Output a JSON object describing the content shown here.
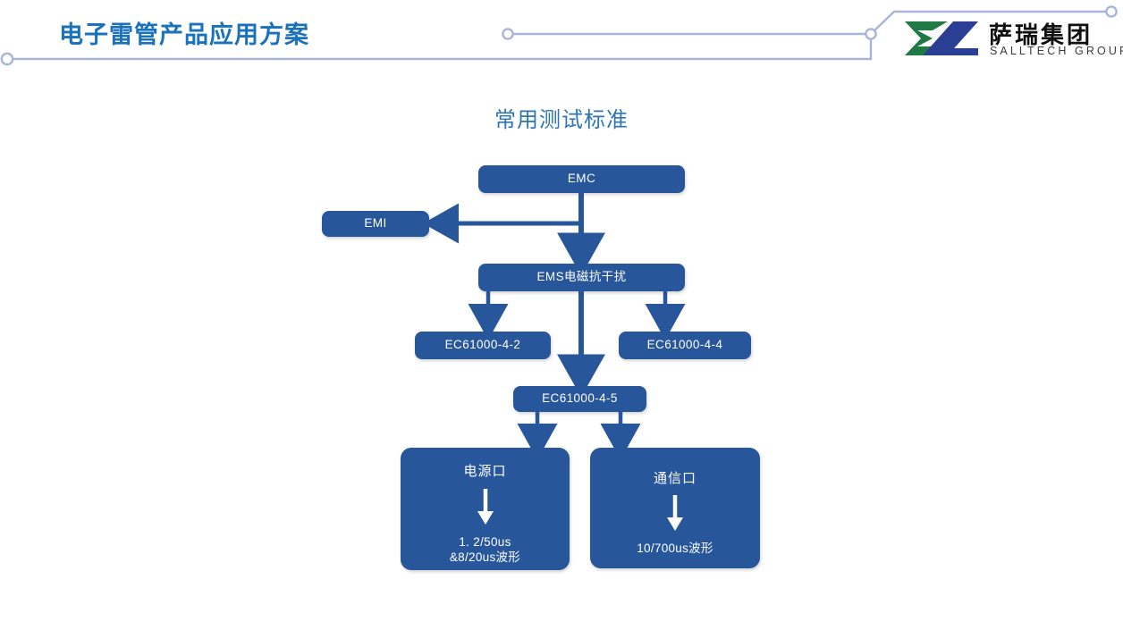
{
  "header": {
    "title": "电子雷管产品应用方案",
    "title_color": "#1A72BD",
    "deco_line_color": "#A8B5D8"
  },
  "brand": {
    "name_cn": "萨瑞集团",
    "name_en": "SALLTECH GROUP",
    "mark_green": "#1F7A45",
    "mark_blue": "#2A3E94"
  },
  "diagram": {
    "title": "常用测试标准",
    "title_color": "#2E75B6",
    "node_fill": "#27569B",
    "nodes": {
      "emc": "EMC",
      "emi": "EMI",
      "ems": "EMS电磁抗干扰",
      "std_4_2": "EC61000-4-2",
      "std_4_4": "EC61000-4-4",
      "std_4_5": "EC61000-4-5",
      "power_port": {
        "title": "电源口",
        "line1": "1. 2/50us",
        "line2": "&8/20us波形"
      },
      "comm_port": {
        "title": "通信口",
        "line1": "10/700us波形"
      }
    }
  },
  "chart_data": {
    "type": "diagram",
    "title": "常用测试标准",
    "nodes": [
      {
        "id": "EMC",
        "label": "EMC",
        "level": 0
      },
      {
        "id": "EMI",
        "label": "EMI",
        "level": 1
      },
      {
        "id": "EMS",
        "label": "EMS电磁抗干扰",
        "level": 1
      },
      {
        "id": "EC61000-4-2",
        "label": "EC61000-4-2",
        "level": 2
      },
      {
        "id": "EC61000-4-4",
        "label": "EC61000-4-4",
        "level": 2
      },
      {
        "id": "EC61000-4-5",
        "label": "EC61000-4-5",
        "level": 2
      },
      {
        "id": "电源口",
        "label": "电源口",
        "level": 3,
        "detail": "1. 2/50us &8/20us波形"
      },
      {
        "id": "通信口",
        "label": "通信口",
        "level": 3,
        "detail": "10/700us波形"
      }
    ],
    "edges": [
      {
        "from": "EMC",
        "to": "EMI"
      },
      {
        "from": "EMC",
        "to": "EMS"
      },
      {
        "from": "EMS",
        "to": "EC61000-4-2"
      },
      {
        "from": "EMS",
        "to": "EC61000-4-4"
      },
      {
        "from": "EMS",
        "to": "EC61000-4-5"
      },
      {
        "from": "EC61000-4-5",
        "to": "电源口"
      },
      {
        "from": "EC61000-4-5",
        "to": "通信口"
      }
    ]
  }
}
